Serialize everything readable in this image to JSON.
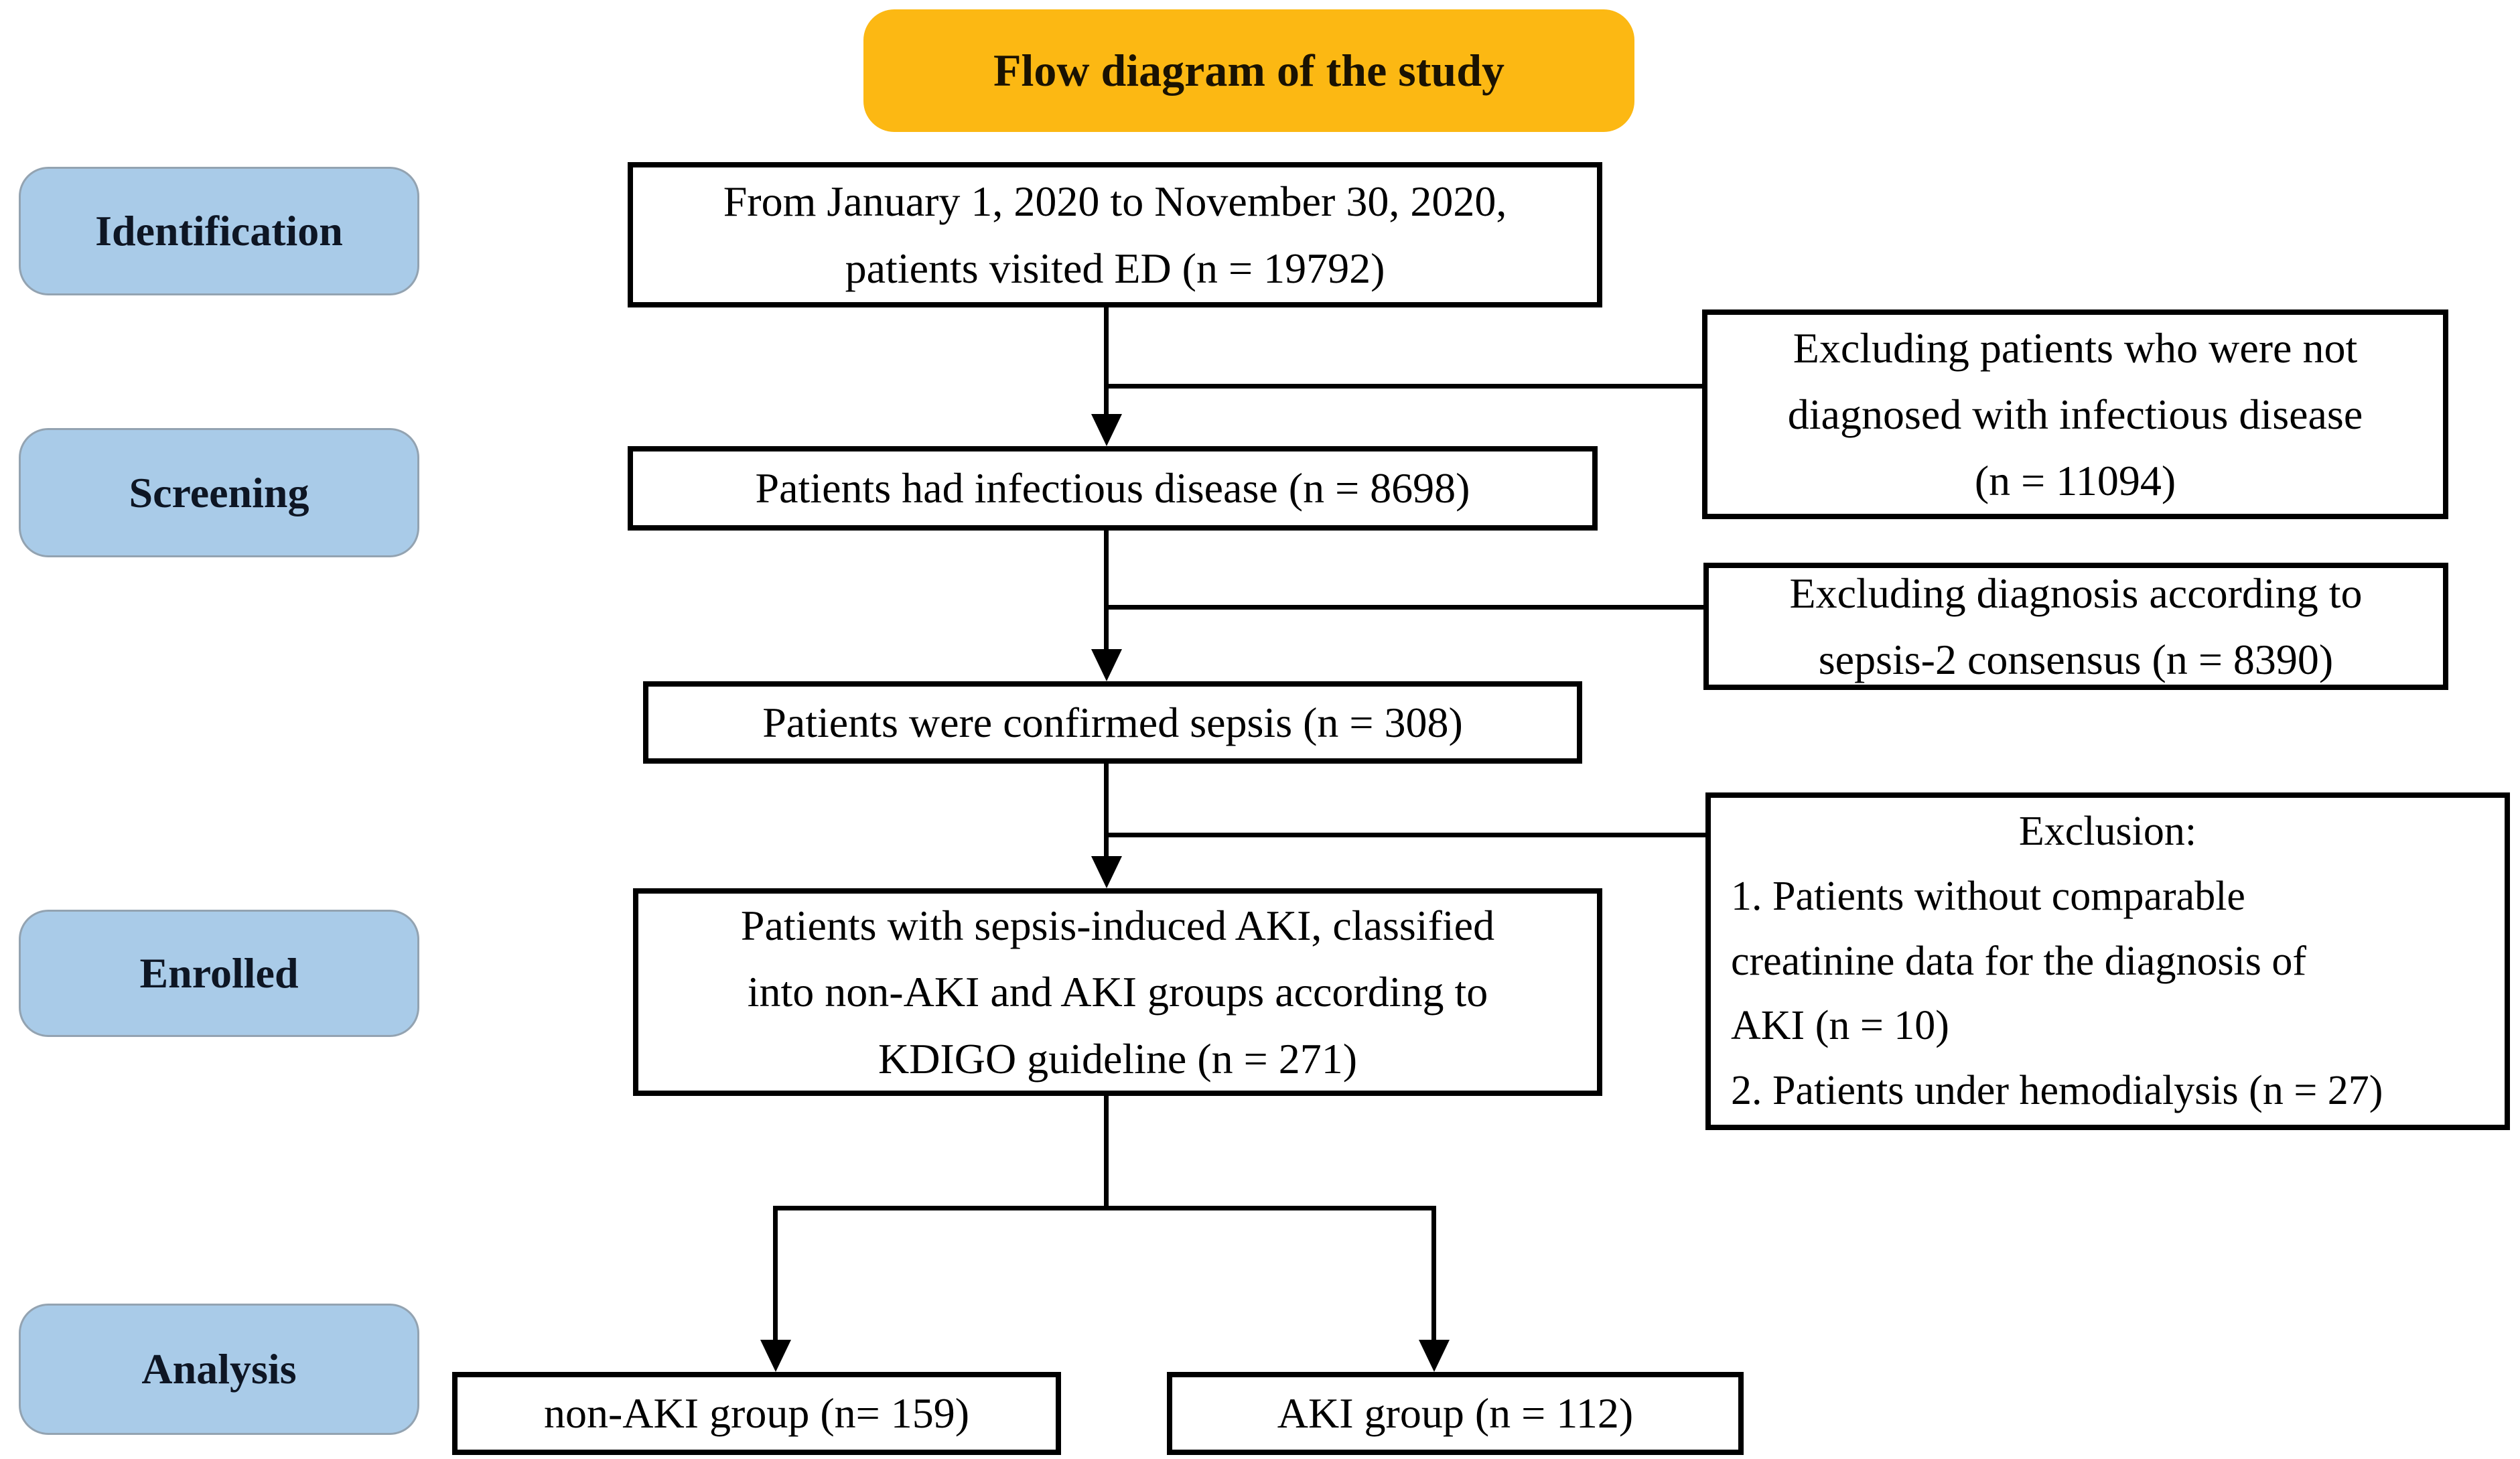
{
  "title": "Flow diagram of the study",
  "colors": {
    "banner_gold": "#FCB813",
    "stage_blue": "#A9CBE8",
    "line_black": "#000000"
  },
  "stage_labels": [
    {
      "label": "Identification"
    },
    {
      "label": "Screening"
    },
    {
      "label": "Enrolled"
    },
    {
      "label": "Analysis"
    }
  ],
  "flow_boxes": [
    {
      "text": "From January 1, 2020 to November 30, 2020,\npatients visited ED  (n = 19792)"
    },
    {
      "text": "Patients had infectious disease (n = 8698)"
    },
    {
      "text": "Patients were confirmed sepsis (n = 308)"
    },
    {
      "text": "Patients with sepsis-induced AKI, classified\ninto non-AKI and AKI groups according to\nKDIGO guideline (n = 271)"
    },
    {
      "text": "non-AKI group (n= 159)"
    },
    {
      "text": "AKI group (n = 112)"
    }
  ],
  "exclusion_boxes": [
    {
      "text": "Excluding patients who were not\ndiagnosed with infectious disease\n(n = 11094)"
    },
    {
      "text": "Excluding diagnosis according to\nsepsis-2 consensus (n = 8390)"
    },
    {
      "heading": "Exclusion:",
      "text": "1. Patients without comparable\ncreatinine data for the diagnosis of\nAKI (n = 10)\n2. Patients under hemodialysis (n = 27)"
    }
  ]
}
